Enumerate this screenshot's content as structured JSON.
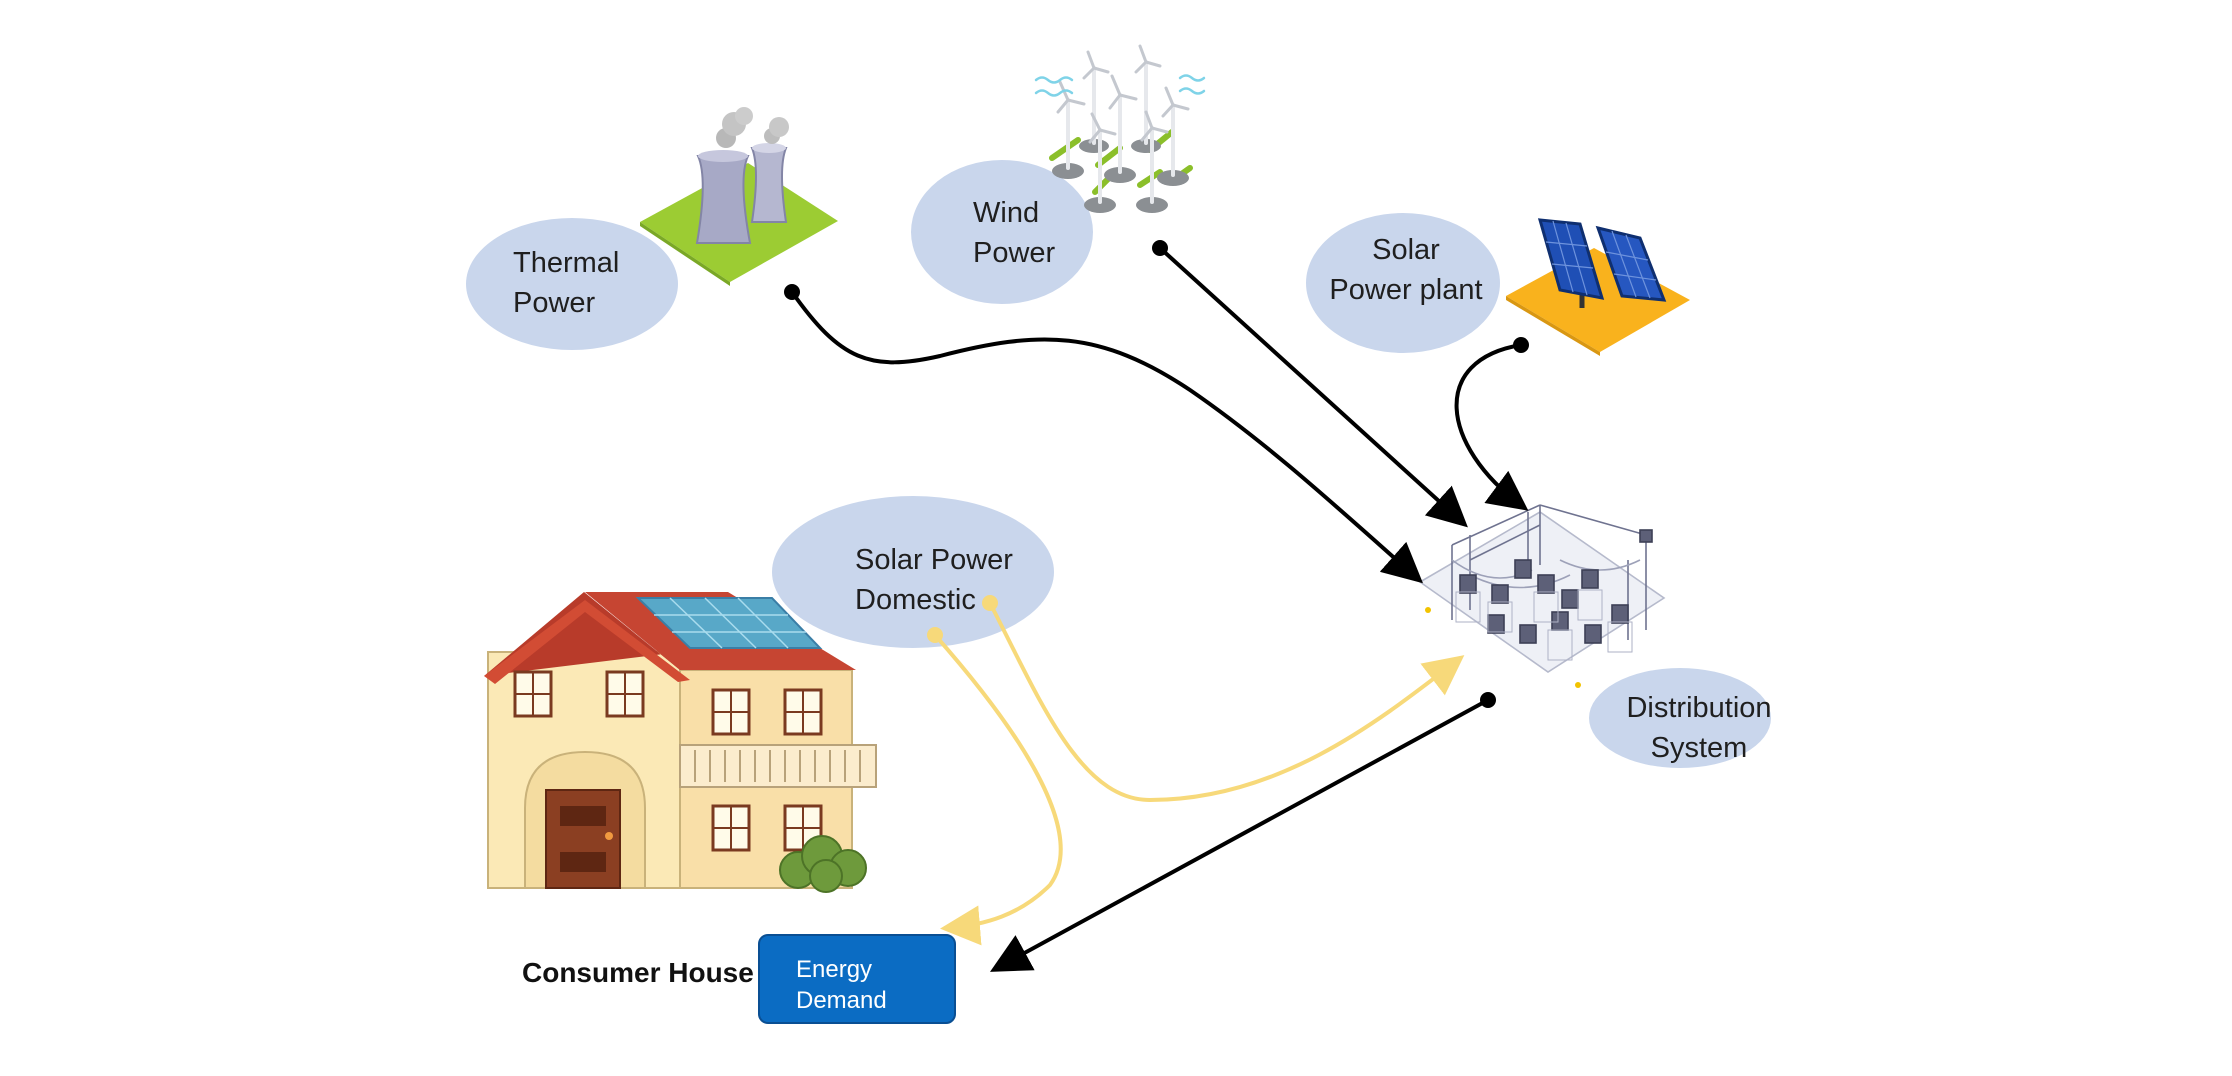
{
  "nodes": {
    "thermal": {
      "line1": "Thermal",
      "line2": "Power"
    },
    "wind": {
      "line1": "Wind",
      "line2": "Power"
    },
    "solar_plant": {
      "line1": "Solar",
      "line2": "Power plant"
    },
    "solar_domestic": {
      "line1": "Solar Power",
      "line2": "Domestic"
    },
    "distribution": {
      "line1": "Distribution",
      "line2": "System"
    }
  },
  "consumer": {
    "label": "Consumer House",
    "demand_line1": "Energy",
    "demand_line2": "Demand"
  },
  "colors": {
    "bubble": "#c9d6ec",
    "demand_box": "#0b6cc3",
    "grid_arrow": "#000000",
    "solar_arrow": "#f7d97a"
  }
}
